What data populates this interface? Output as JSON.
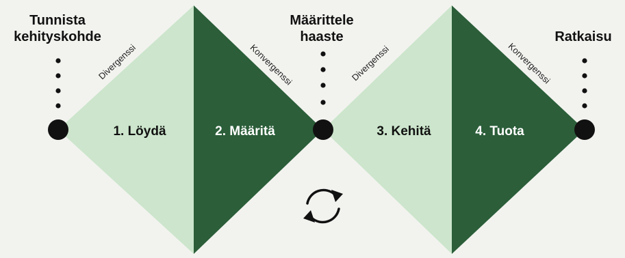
{
  "colors": {
    "background": "#f2f3ef",
    "light_green": "#cce5cc",
    "dark_green": "#2b5e39",
    "node": "#111111",
    "text_dark": "#111111",
    "text_light": "#ffffff"
  },
  "headings": {
    "start_line1": "Tunnista",
    "start_line2": "kehityskohde",
    "middle_line1": "Määrittele",
    "middle_line2": "haaste",
    "end": "Ratkaisu"
  },
  "phases": {
    "p1": "1. Löydä",
    "p2": "2. Määritä",
    "p3": "3. Kehitä",
    "p4": "4. Tuota"
  },
  "modes": {
    "m1": "Divergenssi",
    "m2": "Konvergenssi",
    "m3": "Divergenssi",
    "m4": "Konvergenssi"
  },
  "icons": {
    "cycle": "refresh-cycle-icon"
  }
}
